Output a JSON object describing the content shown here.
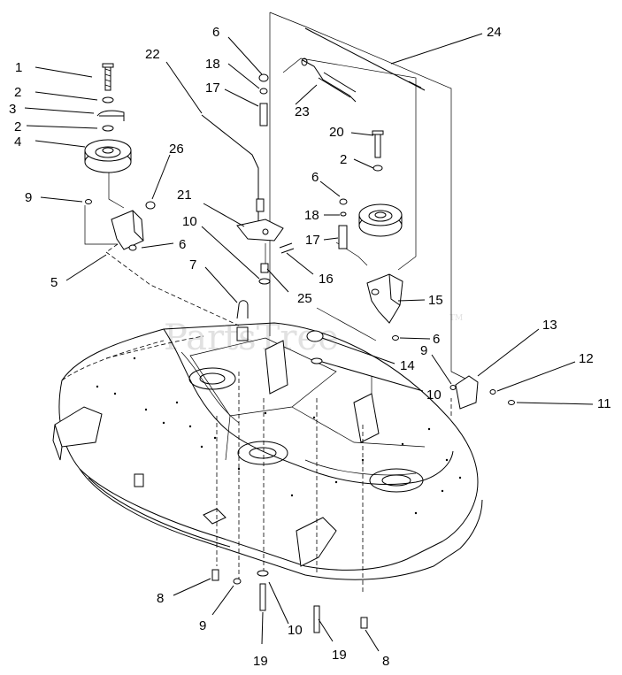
{
  "watermark": {
    "text": "PartsTree",
    "trademark": "TM"
  },
  "callouts": [
    "1",
    "2",
    "3",
    "2",
    "4",
    "26",
    "9",
    "6",
    "5",
    "22",
    "6",
    "18",
    "17",
    "21",
    "10",
    "7",
    "25",
    "16",
    "24",
    "23",
    "20",
    "2",
    "6",
    "18",
    "17",
    "15",
    "6",
    "13",
    "9",
    "12",
    "14",
    "10",
    "11",
    "8",
    "9",
    "10",
    "19",
    "19",
    "8"
  ]
}
